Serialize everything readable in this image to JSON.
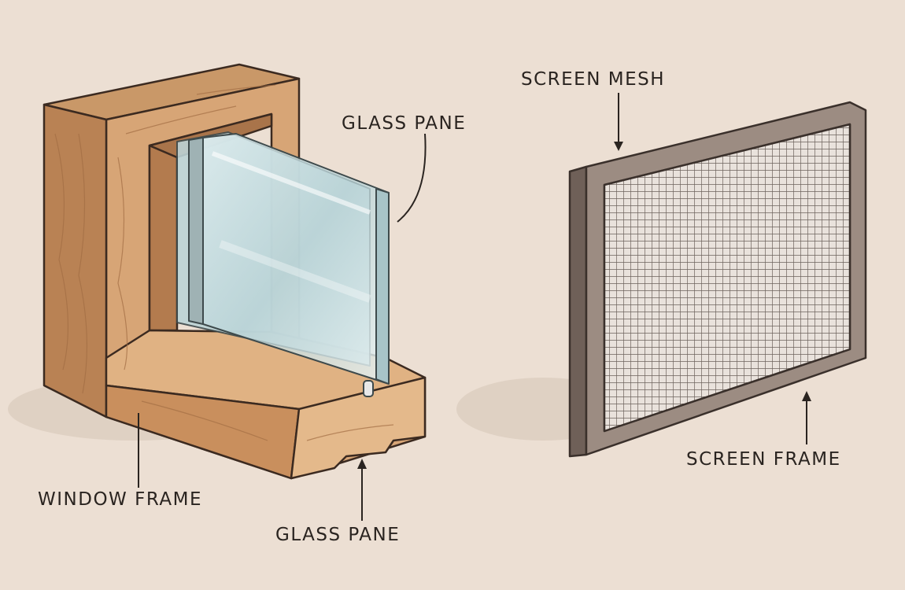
{
  "labels": {
    "glass_pane_top": "GLASS PANE",
    "screen_mesh": "SCREEN MESH",
    "window_frame": "WINDOW FRAME",
    "glass_pane_bottom": "GLASS PANE",
    "screen_frame": "SCREEN FRAME"
  },
  "colors": {
    "background": "#ecdfd3",
    "wood_light": "#d9a878",
    "wood_mid": "#c88f5e",
    "wood_dark": "#a9744a",
    "outline": "#3b2a20",
    "glass": "#c9dde0",
    "screen_frame": "#8a7a70",
    "mesh": "#6c625c"
  }
}
